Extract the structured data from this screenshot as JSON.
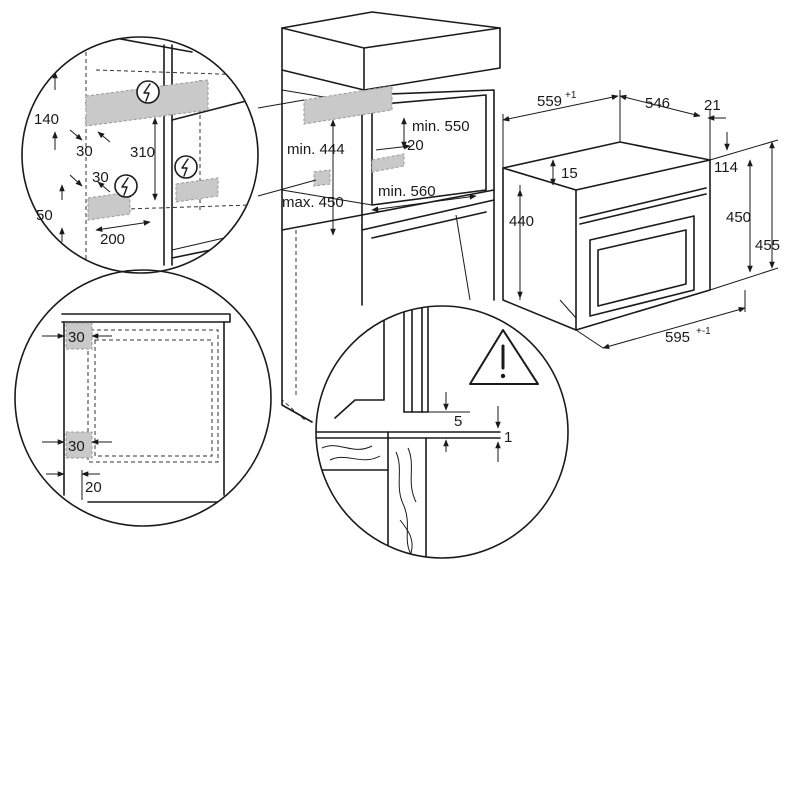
{
  "dimensions": {
    "detail_top": {
      "d140": "140",
      "d30a": "30",
      "d310": "310",
      "d30b": "30",
      "d50": "50",
      "d200": "200"
    },
    "cabinet": {
      "min444": "min. 444",
      "max450": "max. 450",
      "min550": "min. 550",
      "d20": "20",
      "min560": "min. 560"
    },
    "oven": {
      "w559": "559",
      "w559_tol": "+1",
      "d546": "546",
      "d21": "21",
      "d15": "15",
      "d114": "114",
      "h440": "440",
      "h450": "450",
      "h455": "455",
      "w595": "595",
      "w595_tol": "+-1"
    },
    "detail_side": {
      "s30a": "30",
      "s30b": "30",
      "s20": "20"
    },
    "detail_bottom": {
      "b5": "5",
      "b1": "1"
    }
  },
  "icons": [
    "electric-hazard-icon",
    "warning-triangle-icon"
  ]
}
